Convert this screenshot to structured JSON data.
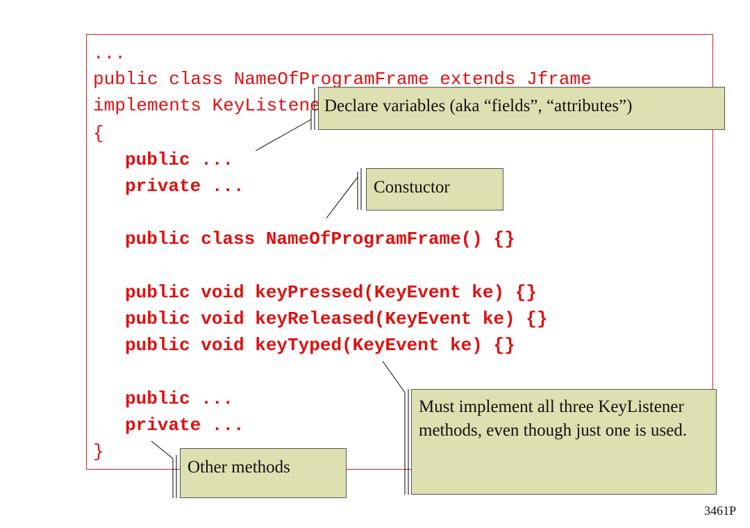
{
  "code": {
    "line_01": "...",
    "line_02": "public class NameOfProgramFrame extends Jframe",
    "line_03": "implements KeyListener",
    "line_04": "{",
    "line_05": "public ...",
    "line_06": "private ...",
    "line_07": "public class NameOfProgramFrame() {}",
    "line_08": "public void keyPressed(KeyEvent ke) {}",
    "line_09": "public void keyReleased(KeyEvent ke) {}",
    "line_10": "public void keyTyped(KeyEvent ke) {}",
    "line_11": "public ...",
    "line_12": "private ...",
    "line_13": "}"
  },
  "callouts": {
    "fields": "Declare variables (aka “fields”, “attributes”)",
    "constructor": "Constuctor",
    "interface_methods": "Must implement all three KeyListener methods, even though just one is used.",
    "other_methods": "Other methods"
  },
  "footer": {
    "slide_id": "3461P"
  },
  "colors": {
    "code_text": "#e01010",
    "box_border": "#cc2222",
    "callout_fill": "#dde0b0"
  }
}
